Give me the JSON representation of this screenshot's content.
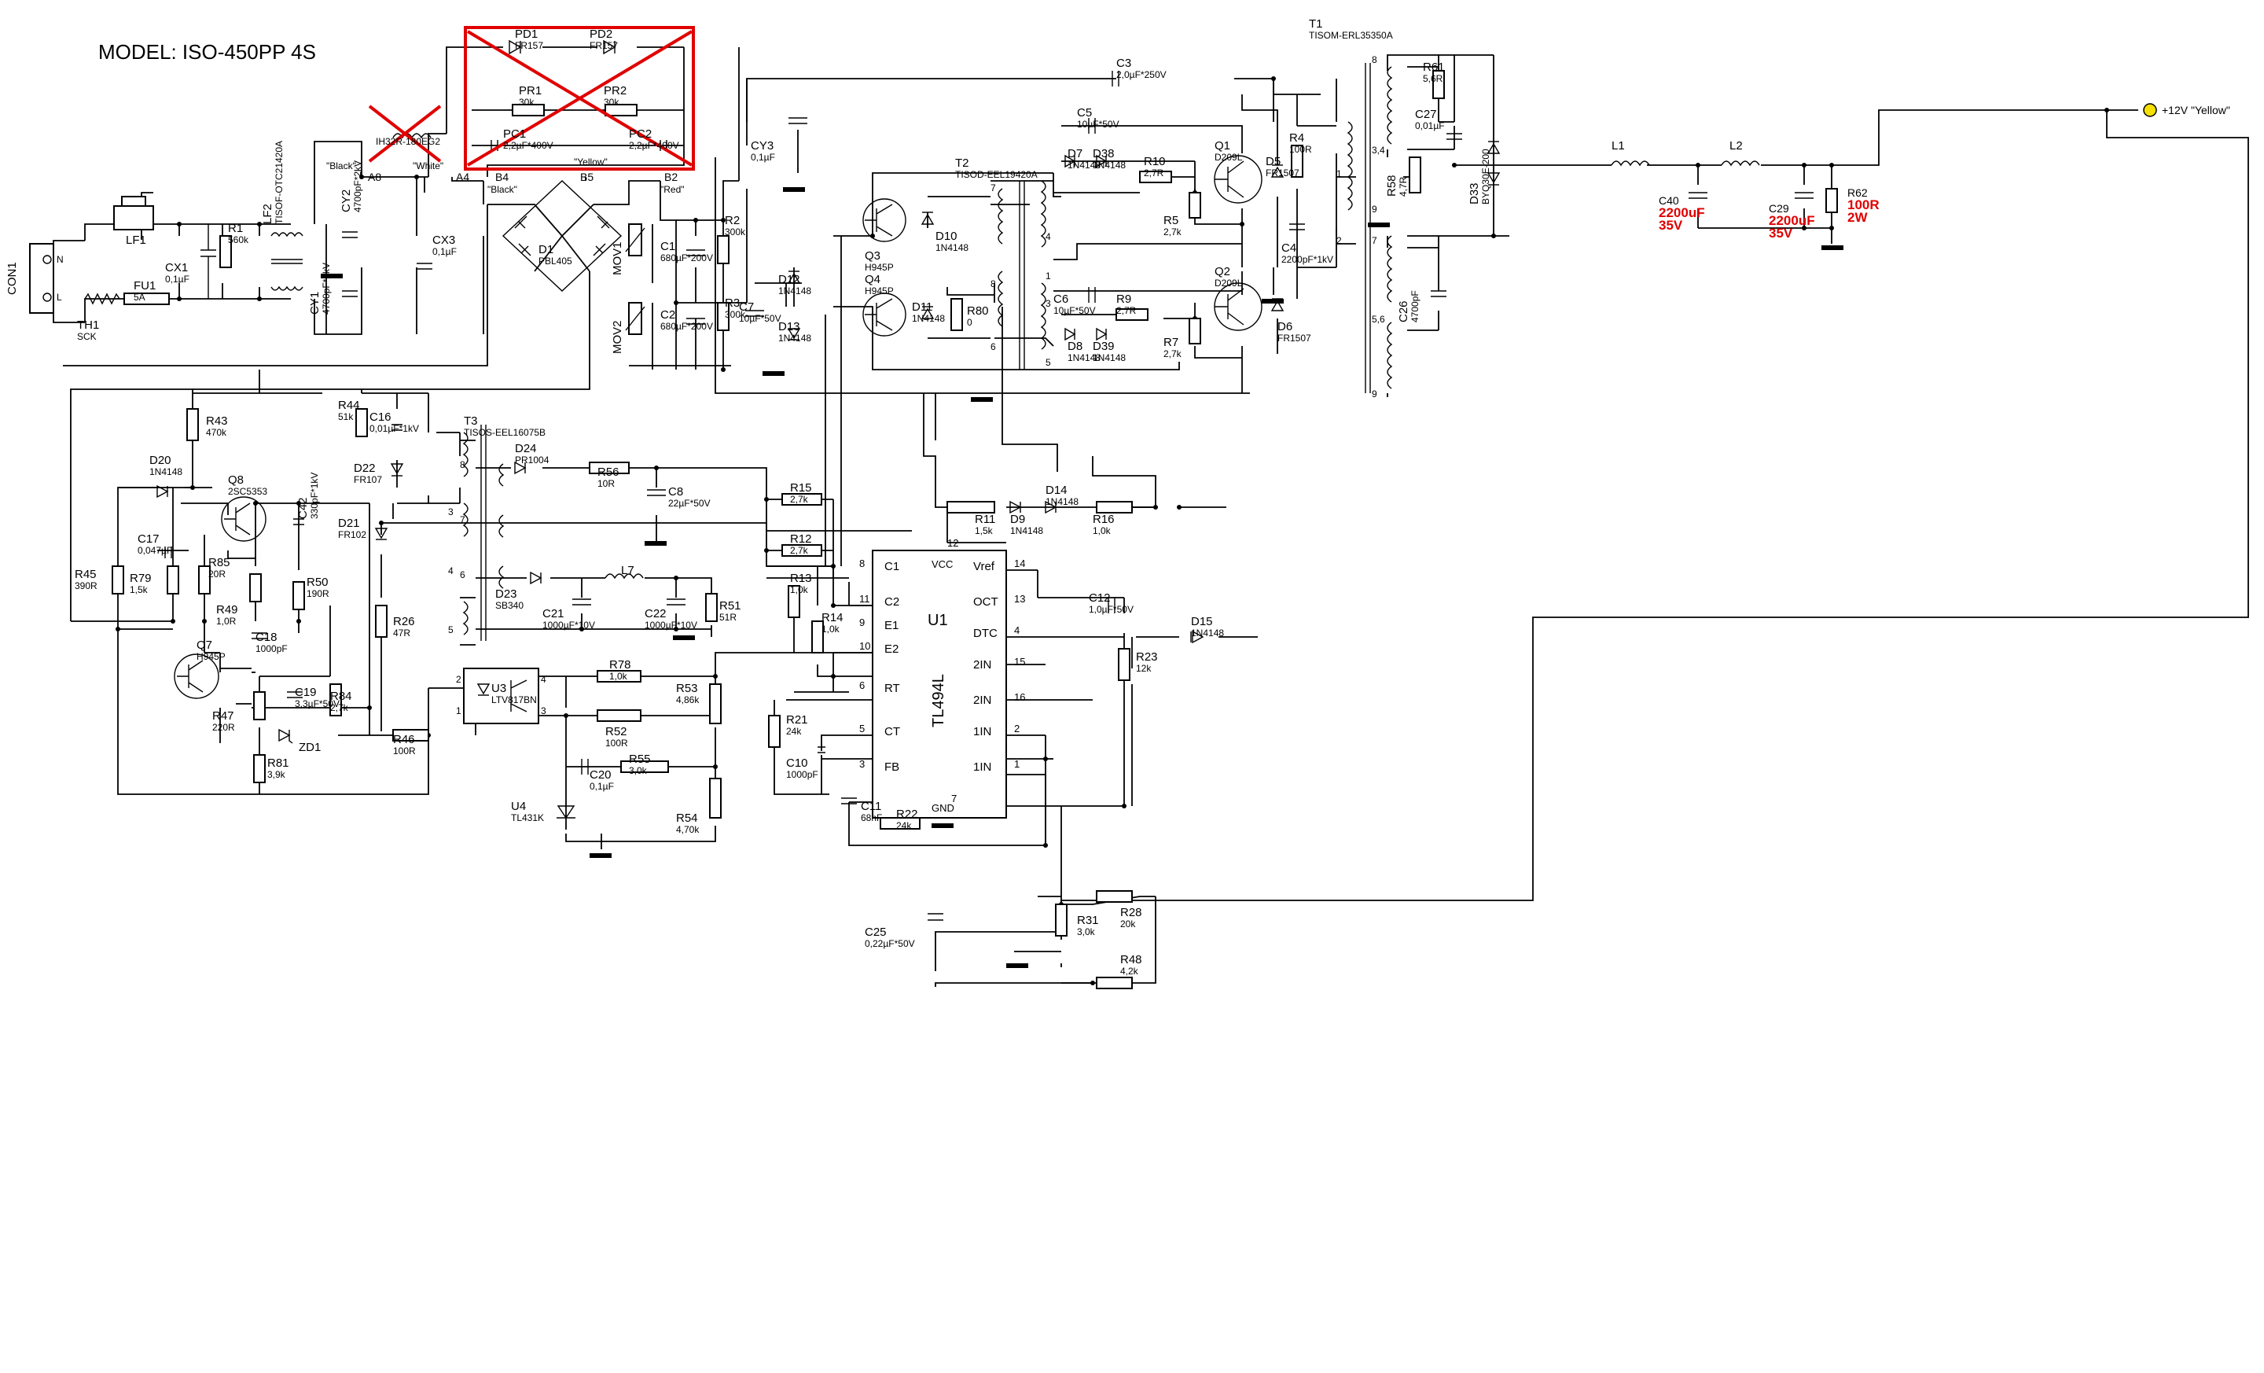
{
  "title": "MODEL: ISO-450PP 4S",
  "output_label": "+12V \"Yellow\"",
  "components": [
    {
      "id": "con",
      "ref": "CON1",
      "value": ""
    },
    {
      "id": "lf1",
      "ref": "LF1",
      "value": ""
    },
    {
      "id": "th1",
      "ref": "TH1",
      "value": "SCK"
    },
    {
      "id": "fu1",
      "ref": "FU1",
      "value": "5A"
    },
    {
      "id": "cx1",
      "ref": "CX1",
      "value": "0,1µF"
    },
    {
      "id": "r1",
      "ref": "R1",
      "value": "560k"
    },
    {
      "id": "lf2",
      "ref": "LF2",
      "value": "TISOF-OTC21420A"
    },
    {
      "id": "cy2",
      "ref": "CY2",
      "value": "4700pF*2kV"
    },
    {
      "id": "cy1",
      "ref": "CY1",
      "value": "4700pF*2kV"
    },
    {
      "id": "cx3",
      "ref": "CX3",
      "value": "0,1µF"
    },
    {
      "id": "pd1",
      "ref": "PD1",
      "value": "FR157"
    },
    {
      "id": "pd2",
      "ref": "PD2",
      "value": "FR157"
    },
    {
      "id": "pr1",
      "ref": "PR1",
      "value": "30k"
    },
    {
      "id": "pr2",
      "ref": "PR2",
      "value": "30k"
    },
    {
      "id": "pc1",
      "ref": "PC1",
      "value": "2,2µF*400V"
    },
    {
      "id": "pc2",
      "ref": "PC2",
      "value": "2,2µF*400V"
    },
    {
      "id": "ih",
      "ref": "",
      "value": "IH32R-180EG2"
    },
    {
      "id": "d1",
      "ref": "D1",
      "value": "PBL405"
    },
    {
      "id": "mov1",
      "ref": "MOV1",
      "value": ""
    },
    {
      "id": "mov2",
      "ref": "MOV2",
      "value": ""
    },
    {
      "id": "c1",
      "ref": "C1",
      "value": "680µF*200V"
    },
    {
      "id": "c2",
      "ref": "C2",
      "value": "680µF*200V"
    },
    {
      "id": "r2",
      "ref": "R2",
      "value": "300k"
    },
    {
      "id": "r3",
      "ref": "R3",
      "value": "300k"
    },
    {
      "id": "cy3",
      "ref": "CY3",
      "value": "0,1µF"
    },
    {
      "id": "c7",
      "ref": "C7",
      "value": "10µF*50V"
    },
    {
      "id": "d12",
      "ref": "D12",
      "value": "1N4148"
    },
    {
      "id": "d13",
      "ref": "D13",
      "value": "1N4148"
    },
    {
      "id": "c3",
      "ref": "C3",
      "value": "2,0µF*250V"
    },
    {
      "id": "q3",
      "ref": "Q3",
      "value": "H945P"
    },
    {
      "id": "q4",
      "ref": "Q4",
      "value": "H945P"
    },
    {
      "id": "d10",
      "ref": "D10",
      "value": "1N4148"
    },
    {
      "id": "d11",
      "ref": "D11",
      "value": "1N4148"
    },
    {
      "id": "r80",
      "ref": "R80",
      "value": "0"
    },
    {
      "id": "t2",
      "ref": "T2",
      "value": "TISOD-EEL19420A"
    },
    {
      "id": "c5",
      "ref": "C5",
      "value": "10µF*50V"
    },
    {
      "id": "c6",
      "ref": "C6",
      "value": "10µF*50V"
    },
    {
      "id": "d7",
      "ref": "D7",
      "value": "1N4148"
    },
    {
      "id": "d38",
      "ref": "D38",
      "value": "1N4148"
    },
    {
      "id": "d8",
      "ref": "D8",
      "value": "1N4148"
    },
    {
      "id": "d39",
      "ref": "D39",
      "value": "1N4148"
    },
    {
      "id": "r10",
      "ref": "R10",
      "value": "2,7R"
    },
    {
      "id": "r9",
      "ref": "R9",
      "value": "2,7R"
    },
    {
      "id": "r5",
      "ref": "R5",
      "value": "2,7k"
    },
    {
      "id": "r7",
      "ref": "R7",
      "value": "2,7k"
    },
    {
      "id": "q1",
      "ref": "Q1",
      "value": "D209L"
    },
    {
      "id": "q2",
      "ref": "Q2",
      "value": "D209L"
    },
    {
      "id": "d5",
      "ref": "D5",
      "value": "FR1507"
    },
    {
      "id": "d6",
      "ref": "D6",
      "value": "FR1507"
    },
    {
      "id": "r4",
      "ref": "R4",
      "value": "100R"
    },
    {
      "id": "c4",
      "ref": "C4",
      "value": "2200pF*1kV"
    },
    {
      "id": "t1",
      "ref": "T1",
      "value": "TISOM-ERL35350A"
    },
    {
      "id": "r61",
      "ref": "R61",
      "value": "5,6R"
    },
    {
      "id": "c27",
      "ref": "C27",
      "value": "0,01µF"
    },
    {
      "id": "r58",
      "ref": "R58",
      "value": "4,7R"
    },
    {
      "id": "c26",
      "ref": "C26",
      "value": "4700pF"
    },
    {
      "id": "d33",
      "ref": "D33",
      "value": "BYQ30E-200"
    },
    {
      "id": "l1",
      "ref": "L1",
      "value": ""
    },
    {
      "id": "l2",
      "ref": "L2",
      "value": ""
    },
    {
      "id": "c40",
      "ref": "C40",
      "value": "2200uF 35V"
    },
    {
      "id": "c29",
      "ref": "C29",
      "value": "2200uF 35V"
    },
    {
      "id": "r62",
      "ref": "R62",
      "value": "100R 2W"
    },
    {
      "id": "r43",
      "ref": "R43",
      "value": "470k"
    },
    {
      "id": "r44",
      "ref": "R44",
      "value": "51k"
    },
    {
      "id": "c16",
      "ref": "C16",
      "value": "0,01µF*1kV"
    },
    {
      "id": "d22",
      "ref": "D22",
      "value": "FR107"
    },
    {
      "id": "t3",
      "ref": "T3",
      "value": "TISOS-EEL16075B"
    },
    {
      "id": "d20",
      "ref": "D20",
      "value": "1N4148"
    },
    {
      "id": "q8",
      "ref": "Q8",
      "value": "2SC5353"
    },
    {
      "id": "c42",
      "ref": "C42",
      "value": "330pF*1kV"
    },
    {
      "id": "c17",
      "ref": "C17",
      "value": "0,047µF"
    },
    {
      "id": "d21",
      "ref": "D21",
      "value": "FR102"
    },
    {
      "id": "r45",
      "ref": "R45",
      "value": "390R"
    },
    {
      "id": "r79",
      "ref": "R79",
      "value": "1,5k"
    },
    {
      "id": "r85",
      "ref": "R85",
      "value": "20R"
    },
    {
      "id": "r49",
      "ref": "R49",
      "value": "1,0R"
    },
    {
      "id": "r50",
      "ref": "R50",
      "value": "190R"
    },
    {
      "id": "r26",
      "ref": "R26",
      "value": "47R"
    },
    {
      "id": "c18",
      "ref": "C18",
      "value": "1000pF"
    },
    {
      "id": "q7",
      "ref": "Q7",
      "value": "H945P"
    },
    {
      "id": "c19",
      "ref": "C19",
      "value": "3,3µF*50V"
    },
    {
      "id": "r84",
      "ref": "R84",
      "value": "2,7k"
    },
    {
      "id": "r47",
      "ref": "R47",
      "value": "220R"
    },
    {
      "id": "zd1",
      "ref": "ZD1",
      "value": ""
    },
    {
      "id": "r46",
      "ref": "R46",
      "value": "100R"
    },
    {
      "id": "r81",
      "ref": "R81",
      "value": "3,9k"
    },
    {
      "id": "d24",
      "ref": "D24",
      "value": "PR1004"
    },
    {
      "id": "r56",
      "ref": "R56",
      "value": "10R"
    },
    {
      "id": "c8",
      "ref": "C8",
      "value": "22µF*50V"
    },
    {
      "id": "d23",
      "ref": "D23",
      "value": "SB340"
    },
    {
      "id": "l7",
      "ref": "L7",
      "value": ""
    },
    {
      "id": "c21",
      "ref": "C21",
      "value": "1000µF*10V"
    },
    {
      "id": "c22",
      "ref": "C22",
      "value": "1000µF*10V"
    },
    {
      "id": "r51",
      "ref": "R51",
      "value": "51R"
    },
    {
      "id": "u3",
      "ref": "U3",
      "value": "LTV817BN"
    },
    {
      "id": "r78",
      "ref": "R78",
      "value": "1,0k"
    },
    {
      "id": "r52",
      "ref": "R52",
      "value": "100R"
    },
    {
      "id": "r53",
      "ref": "R53",
      "value": "4,86k"
    },
    {
      "id": "r55",
      "ref": "R55",
      "value": "3,0k"
    },
    {
      "id": "c20",
      "ref": "C20",
      "value": "0,1µF"
    },
    {
      "id": "u4",
      "ref": "U4",
      "value": "TL431K"
    },
    {
      "id": "r54",
      "ref": "R54",
      "value": "4,70k"
    },
    {
      "id": "r15",
      "ref": "R15",
      "value": "2,7k"
    },
    {
      "id": "r12",
      "ref": "R12",
      "value": "2,7k"
    },
    {
      "id": "r13",
      "ref": "R13",
      "value": "1,0k"
    },
    {
      "id": "r14",
      "ref": "R14",
      "value": "1,0k"
    },
    {
      "id": "r21",
      "ref": "R21",
      "value": "24k"
    },
    {
      "id": "c10",
      "ref": "C10",
      "value": "1000pF"
    },
    {
      "id": "c11",
      "ref": "C11",
      "value": "68nF"
    },
    {
      "id": "r22",
      "ref": "R22",
      "value": "24k"
    },
    {
      "id": "r11",
      "ref": "R11",
      "value": "1,5k"
    },
    {
      "id": "d9",
      "ref": "D9",
      "value": "1N4148"
    },
    {
      "id": "d14",
      "ref": "D14",
      "value": "1N4148"
    },
    {
      "id": "r16",
      "ref": "R16",
      "value": "1,0k"
    },
    {
      "id": "c12",
      "ref": "C12",
      "value": "1,0µF*50V"
    },
    {
      "id": "d15",
      "ref": "D15",
      "value": "1N4148"
    },
    {
      "id": "r23",
      "ref": "R23",
      "value": "12k"
    },
    {
      "id": "c25",
      "ref": "C25",
      "value": "0,22µF*50V"
    },
    {
      "id": "r31",
      "ref": "R31",
      "value": "3,0k"
    },
    {
      "id": "r28",
      "ref": "R28",
      "value": "20k"
    },
    {
      "id": "r48",
      "ref": "R48",
      "value": "4,2k"
    }
  ],
  "u1": {
    "ref": "U1",
    "part": "TL494L",
    "left_pins": [
      {
        "num": "8",
        "name": "C1"
      },
      {
        "num": "11",
        "name": "C2"
      },
      {
        "num": "9",
        "name": "E1"
      },
      {
        "num": "10",
        "name": "E2"
      },
      {
        "num": "6",
        "name": "RT"
      },
      {
        "num": "5",
        "name": "CT"
      },
      {
        "num": "3",
        "name": "FB"
      }
    ],
    "right_pins": [
      {
        "num": "14",
        "name": "Vref"
      },
      {
        "num": "13",
        "name": "OCT"
      },
      {
        "num": "4",
        "name": "DTC"
      },
      {
        "num": "15",
        "name": "2IN"
      },
      {
        "num": "16",
        "name": "2IN"
      },
      {
        "num": "2",
        "name": "1IN"
      },
      {
        "num": "1",
        "name": "1IN"
      }
    ],
    "top_pin": {
      "num": "12",
      "name": "VCC"
    },
    "bottom_pin": {
      "num": "7",
      "name": "GND"
    }
  },
  "connector_labels": {
    "a8": "A8",
    "a4": "A4",
    "b4": "B4",
    "b5": "B5",
    "b2": "B2",
    "black1": "\"Black\"",
    "white": "\"White\"",
    "black2": "\"Black\"",
    "yellow": "\"Yellow\"",
    "red": "\"Red\"",
    "con_n": "N",
    "con_l": "L"
  },
  "pin_numbers": {
    "t2": [
      "7",
      "4",
      "1",
      "8",
      "5",
      "3",
      "6"
    ],
    "t1": [
      "8",
      "1",
      "2",
      "3,4",
      "9",
      "7",
      "5,6",
      "9"
    ],
    "t3": [
      "8",
      "7",
      "6",
      "3",
      "4",
      "5"
    ],
    "u3": [
      "4",
      "3",
      "2",
      "1"
    ]
  },
  "colors": {
    "wire": "#000000",
    "highlight": "#e00000",
    "output_dot": "#f5e000"
  }
}
